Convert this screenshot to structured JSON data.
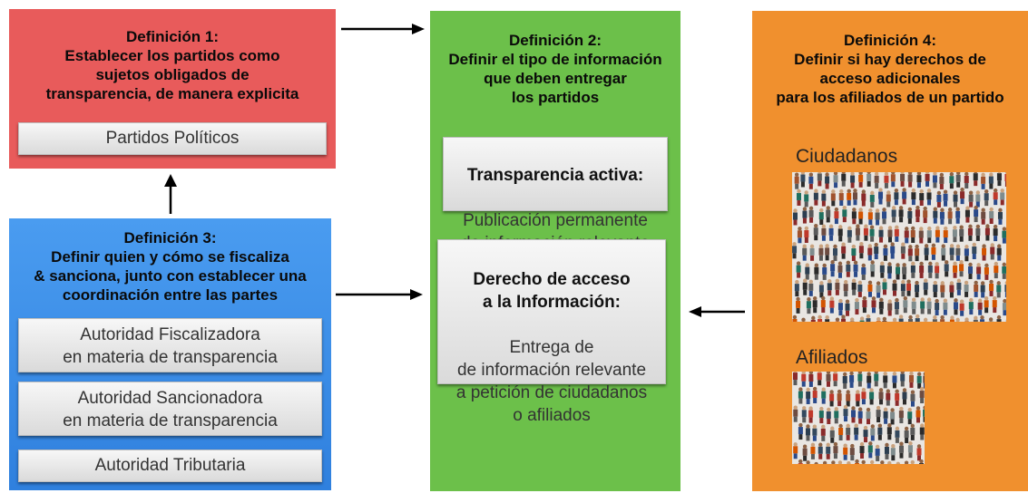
{
  "def1": {
    "title": "Definición 1:\nEstablecer los partidos como\nsujetos obligados de\ntransparencia, de manera explicita",
    "items": [
      "Partidos Políticos"
    ],
    "color": "#e85b5b"
  },
  "def2": {
    "title": "Definición 2:\nDefinir el tipo de información\nque deben entregar\nlos partidos",
    "box1": {
      "heading": "Transparencia activa:",
      "body": "Publicación permanente\nde información relevante"
    },
    "box2": {
      "heading": "Derecho de acceso\na la Información:",
      "body": "Entrega de\nde información relevante\na petición de ciudadanos\no afiliados"
    },
    "color": "#6cc04a"
  },
  "def3": {
    "title": "Definición 3:\nDefinir quien y cómo se fiscaliza\n& sanciona, junto con establecer una\ncoordinación entre las partes",
    "items": [
      "Autoridad Fiscalizadora\nen materia de transparencia",
      "Autoridad Sancionadora\nen materia de transparencia",
      "Autoridad Tributaria"
    ],
    "color": "#3b8fea"
  },
  "def4": {
    "title": "Definición 4:\nDefinir si hay derechos de\nacceso adicionales\npara los afiliados de un partido",
    "label_ciudadanos": "Ciudadanos",
    "label_afiliados": "Afiliados",
    "color": "#f0902e"
  }
}
